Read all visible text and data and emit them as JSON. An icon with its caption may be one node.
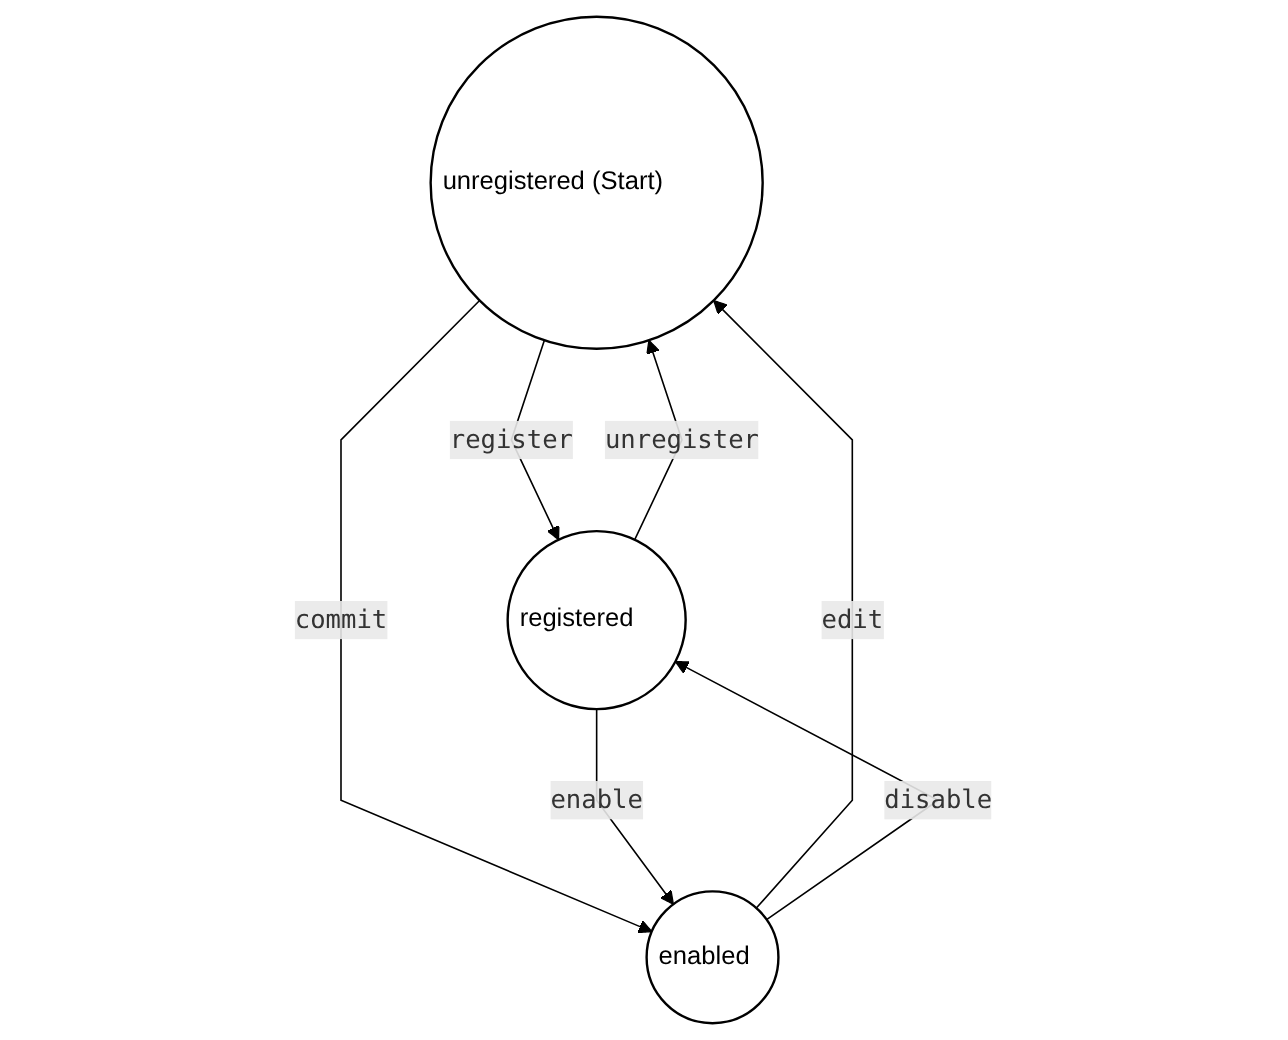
{
  "diagram": {
    "nodes": [
      {
        "text": [
          "unregistered (Start)"
        ]
      },
      {
        "text": [
          "registered"
        ]
      },
      {
        "text": [
          "enabled"
        ]
      }
    ],
    "edges": [
      {
        "from": 0,
        "to": 1,
        "label": "register",
        "arrow": "to"
      },
      {
        "from": 1,
        "to": 0,
        "label": "unregister",
        "arrow": "to"
      },
      {
        "from": 0,
        "to": 2,
        "label": "commit",
        "arrow": "to"
      },
      {
        "from": 2,
        "to": 0,
        "label": "edit",
        "arrow": "to"
      },
      {
        "from": 2,
        "to": 1,
        "label": "disable",
        "arrow": "to"
      },
      {
        "from": 1,
        "to": 2,
        "label": "enable",
        "arrow": "to"
      }
    ]
  }
}
